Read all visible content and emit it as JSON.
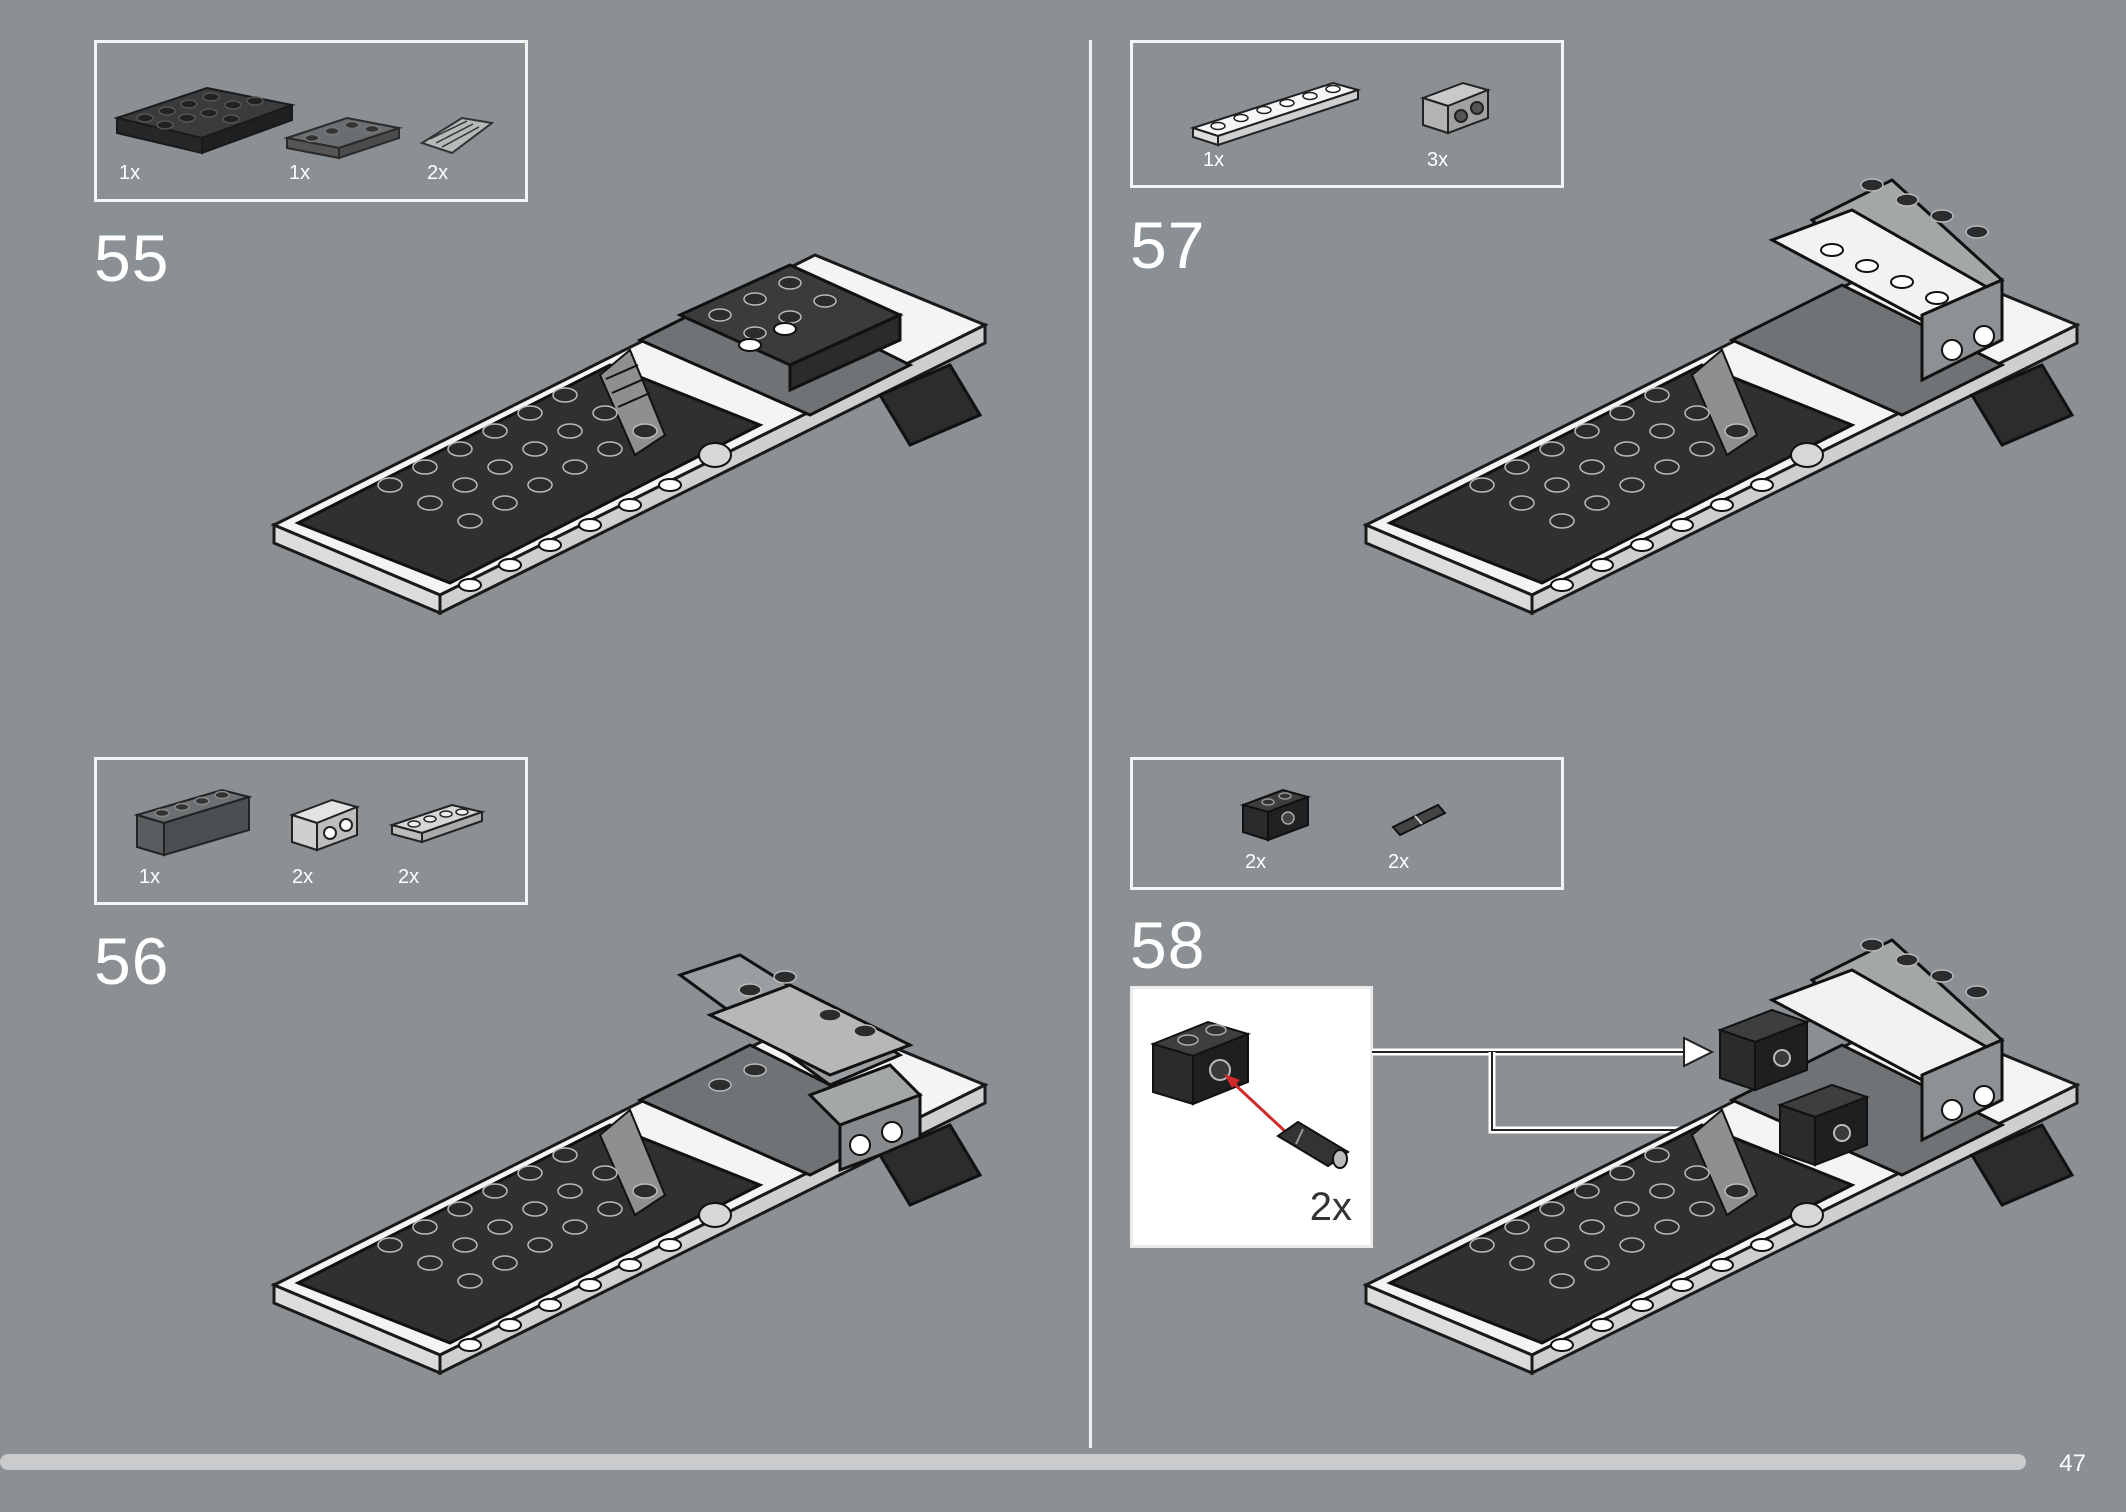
{
  "page": {
    "number": "47"
  },
  "steps": [
    {
      "number": "55",
      "parts": [
        {
          "qty": "1x",
          "part": "dark-plate-2x6"
        },
        {
          "qty": "1x",
          "part": "dark-plate-1x4"
        },
        {
          "qty": "2x",
          "part": "slope-grille"
        }
      ]
    },
    {
      "number": "56",
      "parts": [
        {
          "qty": "1x",
          "part": "dark-brick-1x4"
        },
        {
          "qty": "2x",
          "part": "light-technic-brick"
        },
        {
          "qty": "2x",
          "part": "light-plate-1x4"
        }
      ]
    },
    {
      "number": "57",
      "parts": [
        {
          "qty": "1x",
          "part": "white-plate-1x6"
        },
        {
          "qty": "3x",
          "part": "light-technic-brick"
        }
      ]
    },
    {
      "number": "58",
      "parts": [
        {
          "qty": "2x",
          "part": "dark-technic-brick"
        },
        {
          "qty": "2x",
          "part": "technic-pin"
        }
      ],
      "detail": {
        "qty": "2x"
      }
    }
  ],
  "colors": {
    "background": "#8a9093",
    "dark_brick": "#2e2f30",
    "light_brick": "#a9acad",
    "white_plate": "#f2f2f2",
    "arrow": "#d12a2a"
  }
}
